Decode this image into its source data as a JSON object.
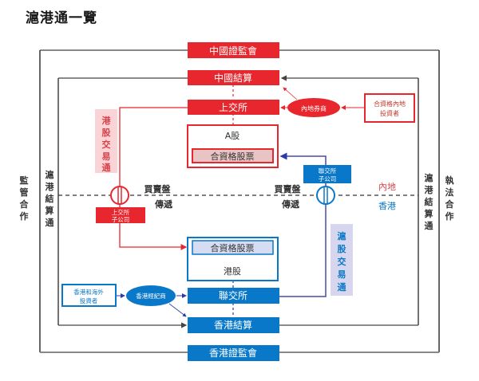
{
  "title": "滬港通一覽",
  "colors": {
    "red": "#e8262d",
    "blue": "#0a78c8",
    "purple": "#5a5aa8",
    "pink_bg": "#f9d3d5",
    "lavender_bg": "#d6d6ee",
    "gray_line": "#888888",
    "dark_line": "#333333"
  },
  "top": {
    "csrc": "中國證監會",
    "chinaclear": "中國結算",
    "sse": "上交所",
    "a_shares": "A股",
    "eligible_a": "合資格股票",
    "mainland_broker": "內地券商",
    "mainland_investor_l1": "合資格內地",
    "mainland_investor_l2": "投資者",
    "sse_sub_l1": "上交所",
    "sse_sub_l2": "子公司",
    "southbound": [
      "港",
      "股",
      "交",
      "易",
      "通"
    ]
  },
  "bottom": {
    "sfc": "香港證監會",
    "hkscc": "香港結算",
    "hkex": "聯交所",
    "h_shares": "港股",
    "eligible_h": "合資格股票",
    "hk_broker": "香港經紀商",
    "hk_investor_l1": "香港和海外",
    "hk_investor_l2": "投資者",
    "sehk_sub_l1": "聯交所",
    "sehk_sub_l2": "子公司",
    "northbound": [
      "滬",
      "股",
      "交",
      "易",
      "通"
    ]
  },
  "middle": {
    "order_routing_left_l1": "買賣盤",
    "order_routing_left_l2": "傳遞",
    "order_routing_right_l1": "買賣盤",
    "order_routing_right_l2": "傳遞",
    "mainland": "內地",
    "hongkong": "香港",
    "left_outer": [
      "監",
      "管",
      "合",
      "作"
    ],
    "left_inner": [
      "滬",
      "港",
      "結",
      "算",
      "通"
    ],
    "right_inner": [
      "滬",
      "港",
      "結",
      "算",
      "通"
    ],
    "right_outer": [
      "執",
      "法",
      "合",
      "作"
    ]
  }
}
